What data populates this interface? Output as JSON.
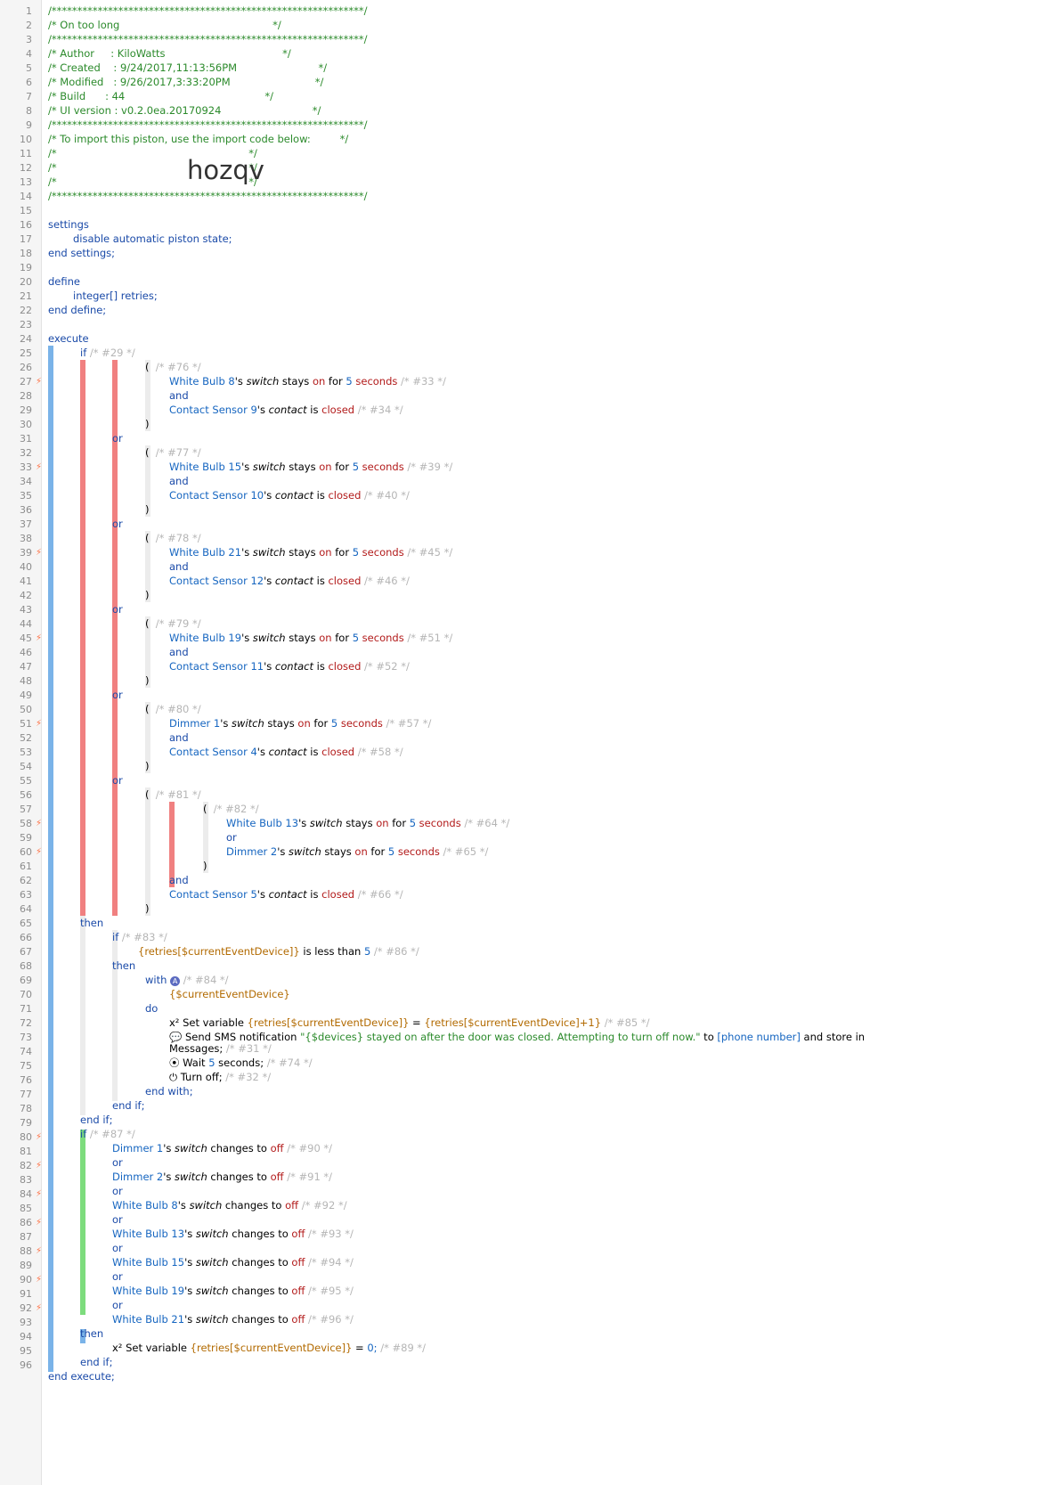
{
  "bolt": "⚡",
  "colors": {
    "red_bar": "#f08080",
    "blue_bar": "#7ab3e8",
    "green_bar": "#7ddc7d",
    "grey_bar": "#ececec"
  },
  "lines": [
    "/*************************************************************/",
    "/* On too long                                               */",
    "/*************************************************************/",
    "/* Author     : KiloWatts                                    */",
    "/* Created    : 9/24/2017,11:13:56PM                         */",
    "/* Modified   : 9/26/2017,3:33:20PM                          */",
    "/* Build      : 44                                           */",
    "/* UI version : v0.2.0ea.20170924                            */",
    "/*************************************************************/",
    "/* To import this piston, use the import code below:         */",
    "/*                                                           */",
    "/*                                                           */",
    "/*                                                           */",
    "/*************************************************************/"
  ],
  "import_code": "hozqv",
  "code": {
    "settings": "settings",
    "disable": "disable automatic piston state;",
    "end_settings": "end settings;",
    "define": "define",
    "integer": "integer[] retries;",
    "end_define": "end define;",
    "execute": "execute",
    "if": "if",
    "then": "then",
    "or": "or",
    "and": "and",
    "open_paren": "(",
    "close_paren": ")",
    "end_if": "end if;",
    "end_execute": "end execute;",
    "with": "with",
    "do": "do",
    "end_with": "end with;"
  },
  "conditions": [
    {
      "comment": "/* #76 */",
      "dev": "White Bulb 8",
      "t1": "'s ",
      "attr": "switch",
      "t2": " stays ",
      "v": "on",
      "t3": " for ",
      "n": "5",
      "u": " seconds",
      "c": "/* #33 */"
    },
    {
      "dev": "Contact Sensor 9",
      "t1": "'s ",
      "attr": "contact",
      "t2": " is ",
      "v": "closed",
      "c": "/* #34 */"
    },
    {
      "comment": "/* #77 */",
      "dev": "White Bulb 15",
      "t1": "'s ",
      "attr": "switch",
      "t2": " stays ",
      "v": "on",
      "t3": " for ",
      "n": "5",
      "u": " seconds",
      "c": "/* #39 */"
    },
    {
      "dev": "Contact Sensor 10",
      "t1": "'s ",
      "attr": "contact",
      "t2": " is ",
      "v": "closed",
      "c": "/* #40 */"
    },
    {
      "comment": "/* #78 */",
      "dev": "White Bulb 21",
      "t1": "'s ",
      "attr": "switch",
      "t2": " stays ",
      "v": "on",
      "t3": " for ",
      "n": "5",
      "u": " seconds",
      "c": "/* #45 */"
    },
    {
      "dev": "Contact Sensor 12",
      "t1": "'s ",
      "attr": "contact",
      "t2": " is ",
      "v": "closed",
      "c": "/* #46 */"
    },
    {
      "comment": "/* #79 */",
      "dev": "White Bulb 19",
      "t1": "'s ",
      "attr": "switch",
      "t2": " stays ",
      "v": "on",
      "t3": " for ",
      "n": "5",
      "u": " seconds",
      "c": "/* #51 */"
    },
    {
      "dev": "Contact Sensor 11",
      "t1": "'s ",
      "attr": "contact",
      "t2": " is ",
      "v": "closed",
      "c": "/* #52 */"
    },
    {
      "comment": "/* #80 */",
      "dev": "Dimmer 1",
      "t1": "'s ",
      "attr": "switch",
      "t2": " stays ",
      "v": "on",
      "t3": " for ",
      "n": "5",
      "u": " seconds",
      "c": "/* #57 */"
    },
    {
      "dev": "Contact Sensor 4",
      "t1": "'s ",
      "attr": "contact",
      "t2": " is ",
      "v": "closed",
      "c": "/* #58 */"
    },
    {
      "comment": "/* #81 */",
      "comment2": "/* #82 */",
      "dev": "White Bulb 13",
      "t1": "'s ",
      "attr": "switch",
      "t2": " stays ",
      "v": "on",
      "t3": " for ",
      "n": "5",
      "u": " seconds",
      "c": "/* #64 */"
    },
    {
      "dev": "Dimmer 2",
      "t1": "'s ",
      "attr": "switch",
      "t2": " stays ",
      "v": "on",
      "t3": " for ",
      "n": "5",
      "u": " seconds",
      "c": "/* #65 */"
    },
    {
      "dev": "Contact Sensor 5",
      "t1": "'s ",
      "attr": "contact",
      "t2": " is ",
      "v": "closed",
      "c": "/* #66 */"
    }
  ],
  "inner": {
    "if_comment": "/* #83 */",
    "cond_var": "{retries[$currentEventDevice]}",
    "cond_op": " is less than ",
    "cond_n": "5",
    "cond_c": "/* #86 */",
    "with_comment": "/* #84 */",
    "with_dev": "{$currentEventDevice}",
    "set_label": "x² Set variable ",
    "set_var": "{retries[$currentEventDevice]}",
    "set_eq": " = ",
    "set_val": "{retries[$currentEventDevice]+1}",
    "set_c": "/* #85 */",
    "sms_label": "💬 Send SMS notification ",
    "sms_str": "\"{$devices} stayed on after the door was closed. Attempting to turn off now.\"",
    "sms_to": " to ",
    "sms_phone": "[phone number]",
    "sms_store": " and store in",
    "sms_messages": "Messages;",
    "sms_c": "/* #31 */",
    "wait_label": "⦿ Wait ",
    "wait_n": "5",
    "wait_u": " seconds;",
    "wait_c": "/* #74 */",
    "off_label": "⏻ Turn off;",
    "off_c": "/* #32 */"
  },
  "second_if": {
    "comment": "/* #87 */",
    "items": [
      {
        "dev": "Dimmer 1",
        "c": "/* #90 */"
      },
      {
        "dev": "Dimmer 2",
        "c": "/* #91 */"
      },
      {
        "dev": "White Bulb 8",
        "c": "/* #92 */"
      },
      {
        "dev": "White Bulb 13",
        "c": "/* #93 */"
      },
      {
        "dev": "White Bulb 15",
        "c": "/* #94 */"
      },
      {
        "dev": "White Bulb 19",
        "c": "/* #95 */"
      },
      {
        "dev": "White Bulb 21",
        "c": "/* #96 */"
      }
    ],
    "t1": "'s ",
    "attr": "switch",
    "t2": " changes to ",
    "v": "off",
    "set_label": "x² Set variable ",
    "set_var": "{retries[$currentEventDevice]}",
    "set_eq": " = ",
    "set_val": "0;",
    "set_c": "/* #89 */"
  }
}
